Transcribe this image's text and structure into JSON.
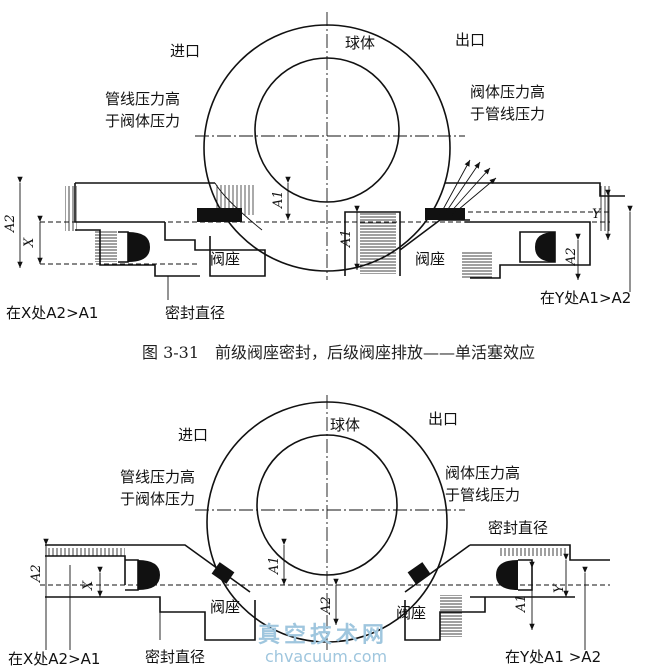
{
  "figure_top": {
    "inlet": "进口",
    "ball": "球体",
    "outlet": "出口",
    "left_note_1": "管线压力高",
    "left_note_2": "于阀体压力",
    "right_note_1": "阀体压力高",
    "right_note_2": "于管线压力",
    "seat_left": "阀座",
    "seat_right": "阀座",
    "seal_diameter": "密封直径",
    "left_condition": "在X处A2>A1",
    "right_condition": "在Y处A1>A2",
    "dims": {
      "a1": "A1",
      "a2": "A2",
      "x": "X",
      "y": "Y"
    }
  },
  "caption": "图 3-31　前级阀座密封，后级阀座排放——单活塞效应",
  "figure_bottom": {
    "inlet": "进口",
    "ball": "球体",
    "outlet": "出口",
    "left_note_1": "管线压力高",
    "left_note_2": "于阀体压力",
    "right_note_1": "阀体压力高",
    "right_note_2": "于管线压力",
    "seat_left": "阀座",
    "seat_right": "阀座",
    "seal_diameter_top": "密封直径",
    "seal_diameter_bottom": "密封直径",
    "left_condition": "在X处A2>A1",
    "right_condition": "在Y处A1 >A2",
    "dims": {
      "a1": "A1",
      "a2": "A2",
      "x": "X",
      "y": "Y"
    }
  },
  "watermark": {
    "title": "真空技术网",
    "url": "chvacuum.com"
  }
}
